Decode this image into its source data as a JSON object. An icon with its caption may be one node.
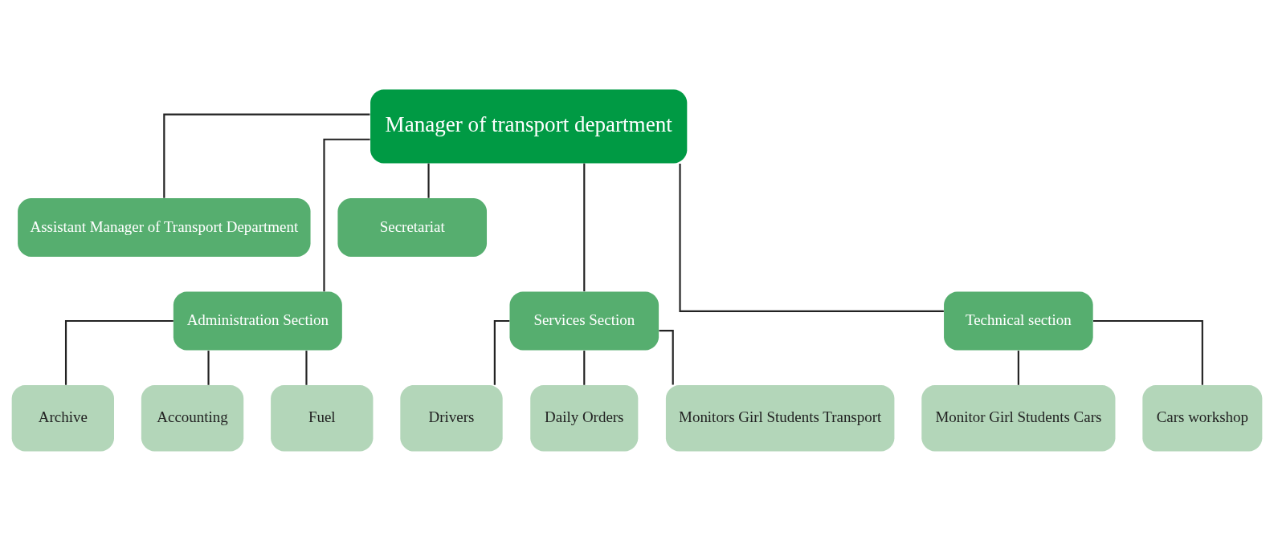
{
  "diagram": {
    "nodes": [
      {
        "text": [
          "Manager of transport department"
        ]
      },
      {
        "text": [
          "Assistant Manager of Transport Department"
        ]
      },
      {
        "text": [
          "Secretariat"
        ]
      },
      {
        "text": [
          "Administration Section"
        ]
      },
      {
        "text": [
          "Services Section"
        ]
      },
      {
        "text": [
          "Technical section"
        ]
      },
      {
        "text": [
          "Archive"
        ]
      },
      {
        "text": [
          "Accounting"
        ]
      },
      {
        "text": [
          "Fuel"
        ]
      },
      {
        "text": [
          "Drivers"
        ]
      },
      {
        "text": [
          "Daily Orders"
        ]
      },
      {
        "text": [
          "Monitors Girl Students Transport"
        ]
      },
      {
        "text": [
          "Monitor Girl Students Cars"
        ]
      },
      {
        "text": [
          "Cars workshop"
        ]
      }
    ],
    "edges": [
      {
        "from": 0,
        "to": 1,
        "arrow": "none"
      },
      {
        "from": 0,
        "to": 2,
        "arrow": "none"
      },
      {
        "from": 0,
        "to": 3,
        "arrow": "none"
      },
      {
        "from": 0,
        "to": 4,
        "arrow": "none"
      },
      {
        "from": 0,
        "to": 5,
        "arrow": "none"
      },
      {
        "from": 3,
        "to": 6,
        "arrow": "none"
      },
      {
        "from": 3,
        "to": 7,
        "arrow": "none"
      },
      {
        "from": 3,
        "to": 8,
        "arrow": "none"
      },
      {
        "from": 4,
        "to": 9,
        "arrow": "none"
      },
      {
        "from": 4,
        "to": 10,
        "arrow": "none"
      },
      {
        "from": 4,
        "to": 11,
        "arrow": "none"
      },
      {
        "from": 5,
        "to": 12,
        "arrow": "none"
      },
      {
        "from": 5,
        "to": 13,
        "arrow": "none"
      }
    ]
  }
}
